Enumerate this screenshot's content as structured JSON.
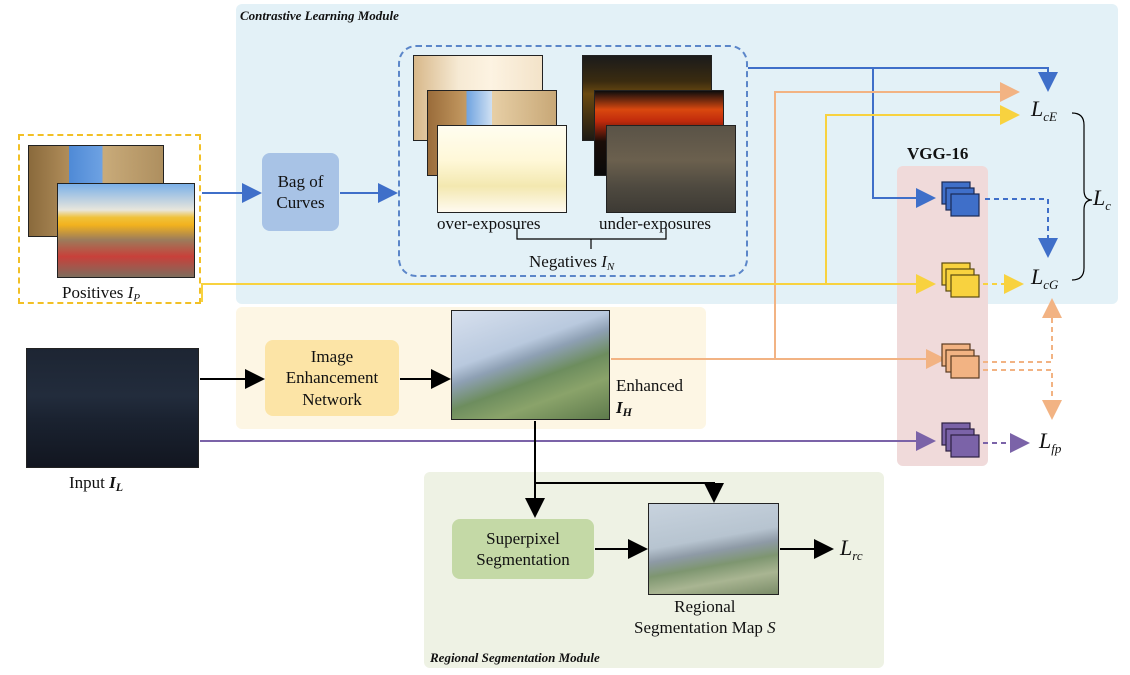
{
  "modules": {
    "contrastive_title": "Contrastive Learning Module",
    "regional_title": "Regional Segmentation Module"
  },
  "boxes": {
    "bag_of_curves": "Bag of Curves",
    "image_enhancement_network": "Image Enhancement Network",
    "superpixel_segmentation": "Superpixel Segmentation",
    "vgg": "VGG-16"
  },
  "labels": {
    "positives": "Positives",
    "positives_sym": "I",
    "positives_sub": "P",
    "over_exposures": "over-exposures",
    "under_exposures": "under-exposures",
    "negatives": "Negatives",
    "negatives_sym": "I",
    "negatives_sub": "N",
    "enhanced": "Enhanced",
    "enhanced_sym": "I",
    "enhanced_sub": "H",
    "input": "Input",
    "input_sym": "I",
    "input_sub": "L",
    "regional_map_line1": "Regional",
    "regional_map_line2": "Segmentation Map",
    "regional_map_sym": "S"
  },
  "losses": {
    "L": "L",
    "lce_sub": "cE",
    "lcg_sub": "cG",
    "lc_sub": "c",
    "lfp_sub": "fp",
    "lrc_sub": "rc"
  },
  "colors": {
    "contrastive_bg": "#e3f1f7",
    "enhancement_bg": "#fdf6e4",
    "regional_bg": "#eef2e4",
    "vgg_bg": "#f0dada",
    "bag_box": "#a8c3e6",
    "enh_box": "#fce4a6",
    "seg_box": "#c4d9a6",
    "blue": "#3f6fc9",
    "orange": "#f2b383",
    "yellow": "#f8d23f",
    "purple": "#7b63a8"
  }
}
